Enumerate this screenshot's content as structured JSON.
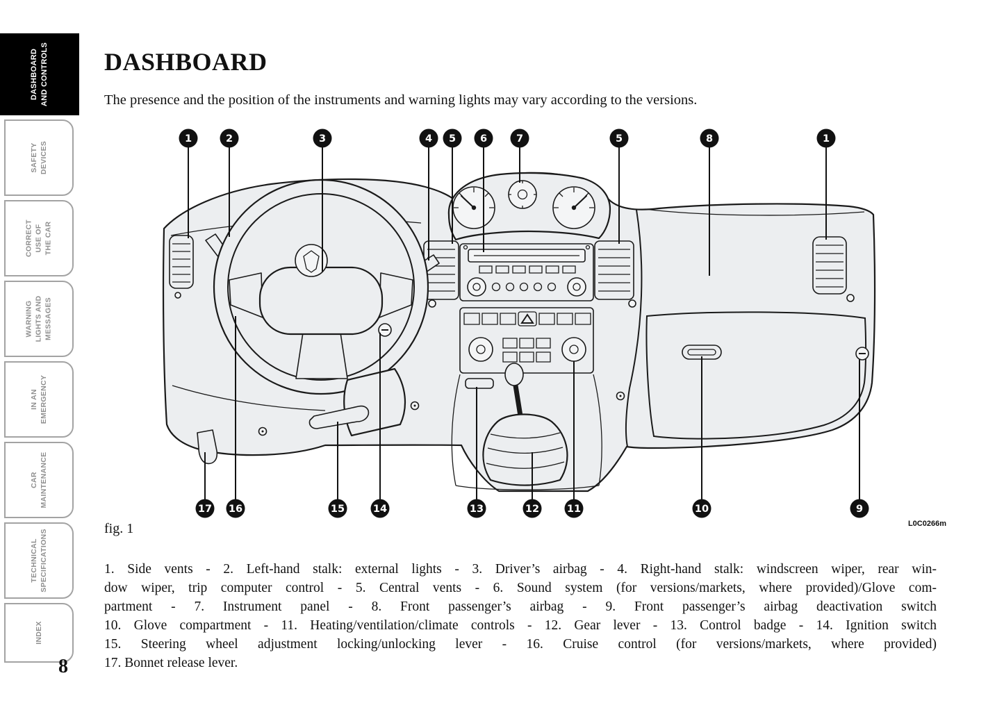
{
  "page": {
    "number": "8",
    "title": "DASHBOARD",
    "intro": "The presence and the position of the instruments and warning lights may vary according to the versions."
  },
  "sidebar": {
    "tabs": [
      {
        "lines": [
          "DASHBOARD",
          "AND CONTROLS"
        ],
        "active": true
      },
      {
        "lines": [
          "SAFETY",
          "DEVICES"
        ],
        "active": false
      },
      {
        "lines": [
          "CORRECT",
          "USE OF",
          "THE CAR"
        ],
        "active": false
      },
      {
        "lines": [
          "WARNING",
          "LIGHTS AND",
          "MESSAGES"
        ],
        "active": false
      },
      {
        "lines": [
          "IN AN",
          "EMERGENCY"
        ],
        "active": false
      },
      {
        "lines": [
          "CAR",
          "MAINTENANCE"
        ],
        "active": false
      },
      {
        "lines": [
          "TECHNICAL",
          "SPECIFICATIONS"
        ],
        "active": false
      },
      {
        "lines": [
          "INDEX"
        ],
        "active": false
      }
    ]
  },
  "figure": {
    "label": "fig. 1",
    "code": "L0C0266m",
    "callouts_top": [
      "1",
      "2",
      "3",
      "4",
      "5",
      "6",
      "7",
      "5",
      "8",
      "1"
    ],
    "callouts_bottom": [
      "17",
      "16",
      "15",
      "14",
      "13",
      "12",
      "11",
      "10",
      "9"
    ]
  },
  "caption_lines": [
    "1. Side vents - 2. Left-hand stalk: external lights - 3. Driver’s airbag - 4. Right-hand stalk: windscreen wiper, rear win-",
    "dow wiper, trip computer control - 5. Central vents - 6. Sound system (for versions/markets, where provided)/Glove com-",
    "partment - 7. Instrument panel - 8. Front passenger’s airbag - 9. Front passenger’s airbag deactivation switch",
    "10. Glove compartment - 11. Heating/ventilation/climate controls - 12. Gear lever - 13. Control badge - 14. Ignition switch",
    "15. Steering wheel adjustment locking/unlocking lever - 16. Cruise control (for versions/markets, where provided)",
    "17. Bonnet release lever."
  ]
}
